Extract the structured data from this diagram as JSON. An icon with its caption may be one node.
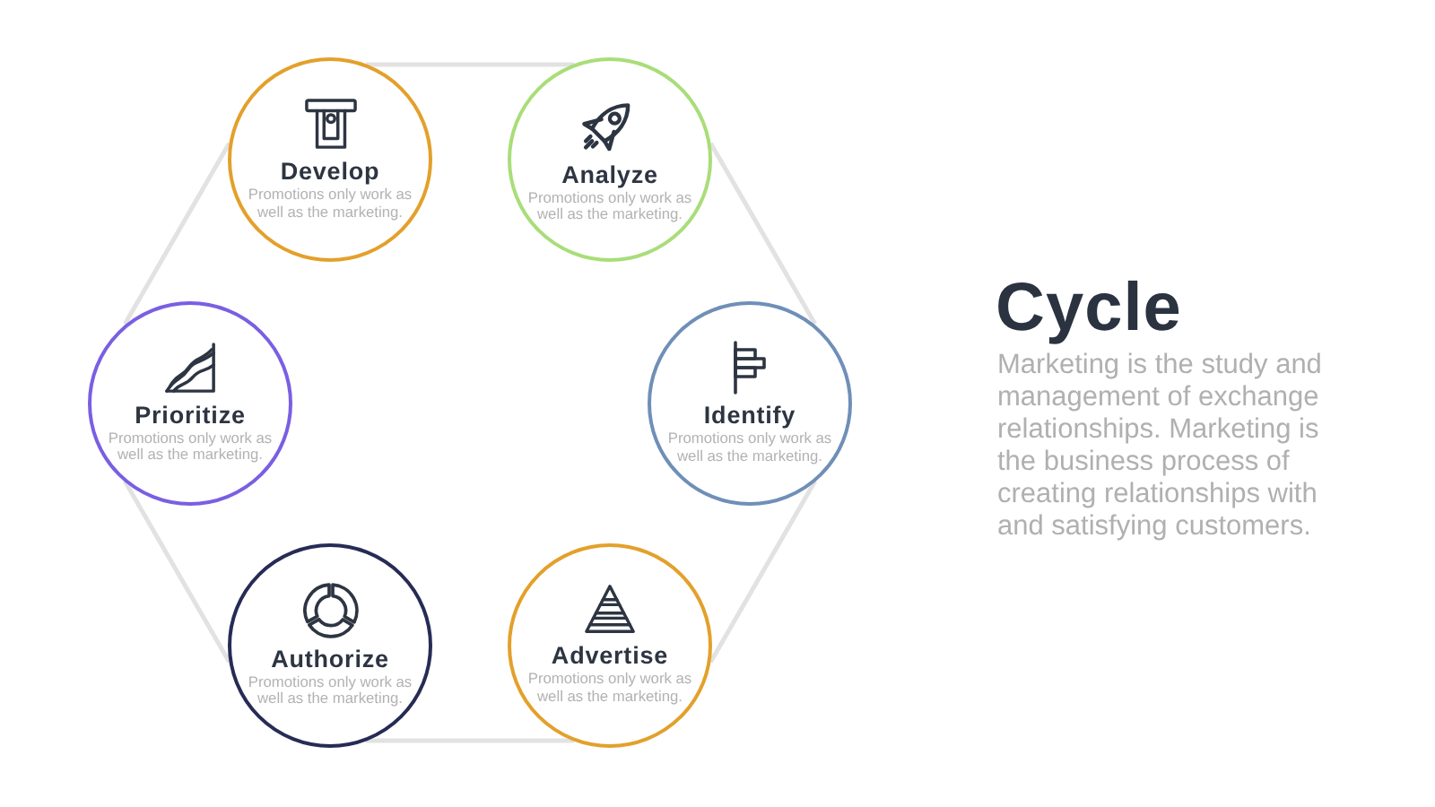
{
  "diagram": {
    "title": "Cycle",
    "nodes": [
      {
        "text": [
          "Develop",
          "Promotions only work as well as the marketing."
        ]
      },
      {
        "text": [
          "Analyze",
          "Promotions only work as well as the marketing."
        ]
      },
      {
        "text": [
          "Prioritize",
          "Promotions only work as well as the marketing."
        ]
      },
      {
        "text": [
          "Identify",
          "Promotions only work as well as the marketing."
        ]
      },
      {
        "text": [
          "Authorize",
          "Promotions only work as well as the marketing."
        ]
      },
      {
        "text": [
          "Advertise",
          "Promotions only work as well as the marketing."
        ]
      }
    ],
    "edges": [
      {
        "from": 0,
        "to": 1,
        "arrow": "none"
      },
      {
        "from": 1,
        "to": 3,
        "arrow": "none"
      },
      {
        "from": 3,
        "to": 5,
        "arrow": "none"
      },
      {
        "from": 5,
        "to": 4,
        "arrow": "none"
      },
      {
        "from": 4,
        "to": 2,
        "arrow": "none"
      },
      {
        "from": 2,
        "to": 0,
        "arrow": "none"
      }
    ],
    "labels": [
      "Marketing is the study and management of exchange relationships. Marketing is the business process of creating relationships with and satisfying customers."
    ]
  }
}
